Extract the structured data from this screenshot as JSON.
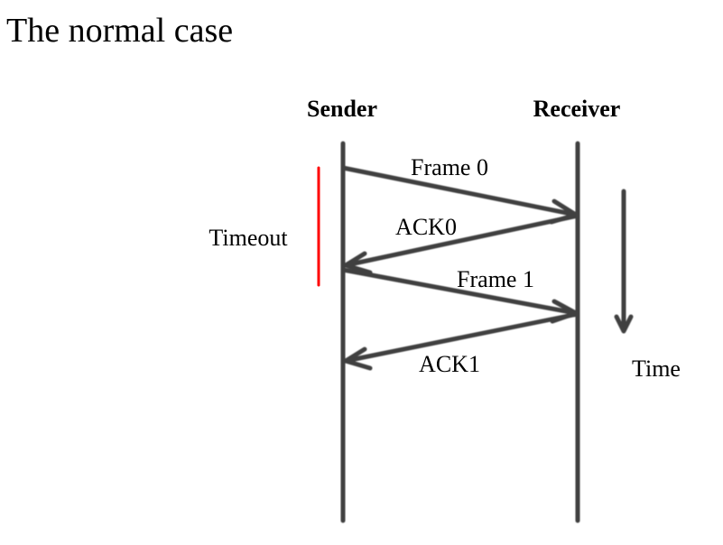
{
  "title": "The normal case",
  "diagram": {
    "type": "sequence",
    "participants": [
      {
        "id": "sender",
        "label": "Sender"
      },
      {
        "id": "receiver",
        "label": "Receiver"
      }
    ],
    "messages": [
      {
        "id": "frame0",
        "label": "Frame 0",
        "from": "sender",
        "to": "receiver"
      },
      {
        "id": "ack0",
        "label": "ACK0",
        "from": "receiver",
        "to": "sender"
      },
      {
        "id": "frame1",
        "label": "Frame 1",
        "from": "sender",
        "to": "receiver"
      },
      {
        "id": "ack1",
        "label": "ACK1",
        "from": "receiver",
        "to": "sender"
      }
    ],
    "timeout": {
      "label": "Timeout",
      "color": "#ff0000"
    },
    "time_axis": {
      "label": "Time",
      "direction": "down"
    },
    "line_color": "#404040"
  }
}
